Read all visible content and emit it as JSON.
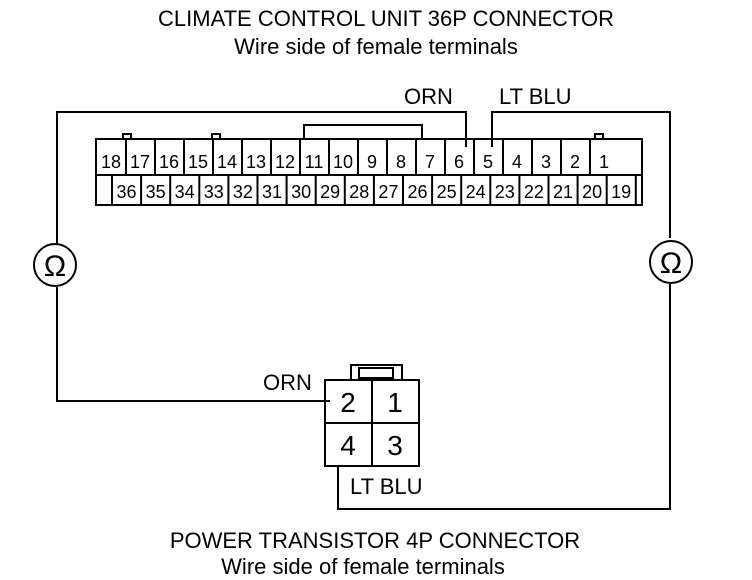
{
  "climate_connector": {
    "title": "CLIMATE CONTROL UNIT 36P CONNECTOR",
    "subtitle": "Wire side of female terminals",
    "top_row": [
      "18",
      "17",
      "16",
      "15",
      "14",
      "13",
      "12",
      "11",
      "10",
      "9",
      "8",
      "7",
      "6",
      "5",
      "4",
      "3",
      "2",
      "1"
    ],
    "bottom_row": [
      "",
      "36",
      "35",
      "34",
      "33",
      "32",
      "31",
      "30",
      "29",
      "28",
      "27",
      "26",
      "25",
      "24",
      "23",
      "22",
      "21",
      "20",
      "19"
    ]
  },
  "wire_labels": {
    "orn_top": "ORN",
    "ltblu_top": "LT BLU",
    "orn_bottom": "ORN",
    "ltblu_bottom": "LT BLU"
  },
  "meter_symbol": "Ω",
  "power_connector": {
    "title": "POWER TRANSISTOR 4P CONNECTOR",
    "subtitle": "Wire side of female terminals",
    "pins": [
      "2",
      "1",
      "4",
      "3"
    ]
  },
  "colors": {
    "line": "#000000",
    "background": "#ffffff"
  }
}
